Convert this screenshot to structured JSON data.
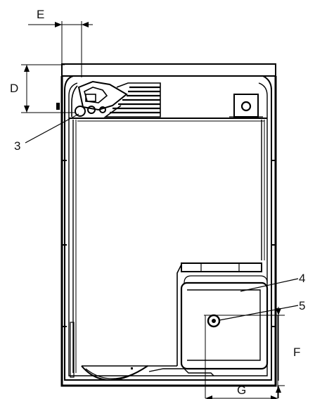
{
  "labels": {
    "E": "E",
    "D": "D",
    "n3": "3",
    "n4": "4",
    "n5": "5",
    "F": "F",
    "G": "G"
  },
  "colors": {
    "line": "#000000",
    "fill_light": "#e6e6e6",
    "background": "#ffffff"
  }
}
